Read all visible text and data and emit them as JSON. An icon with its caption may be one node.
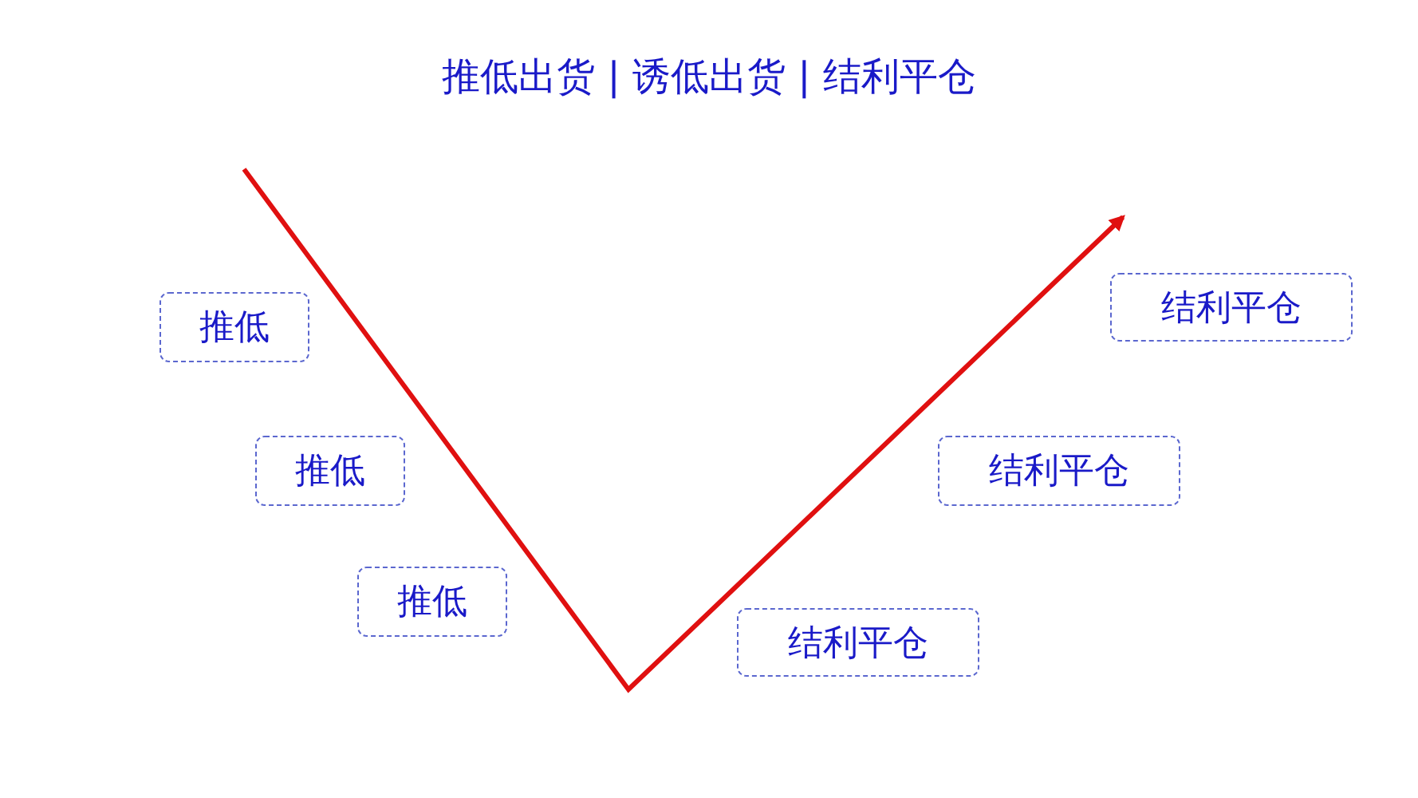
{
  "diagram": {
    "title": "推低出货 | 诱低出货 | 结利平仓",
    "nodes": [
      {
        "text": [
          "推低"
        ]
      },
      {
        "text": [
          "推低"
        ]
      },
      {
        "text": [
          "推低"
        ]
      },
      {
        "text": [
          "结利平仓"
        ]
      },
      {
        "text": [
          "结利平仓"
        ]
      },
      {
        "text": [
          "结利平仓"
        ]
      }
    ]
  }
}
